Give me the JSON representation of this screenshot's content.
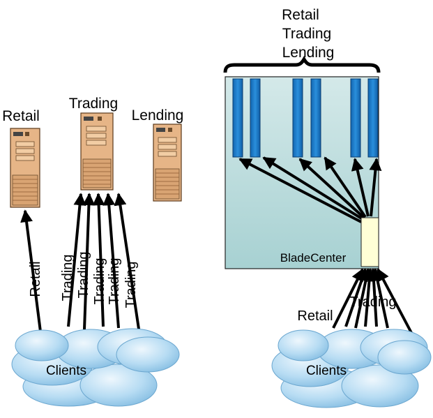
{
  "left": {
    "servers": [
      {
        "label": "Retail"
      },
      {
        "label": "Trading"
      },
      {
        "label": "Lending"
      }
    ],
    "arrow_labels": [
      "Retail",
      "Trading",
      "Trading",
      "Trading",
      "Trading",
      "Trading"
    ],
    "cloud_label": "Clients"
  },
  "right": {
    "top_labels": [
      "Retail",
      "Trading",
      "Lending"
    ],
    "enclosure_label": "BladeCenter",
    "arrow_labels": {
      "retail": "Retail",
      "trading": "Trading"
    },
    "cloud_label": "Clients"
  },
  "colors": {
    "server_body": "#e8b888",
    "blade": "#1a7bc8",
    "enclosure_top": "#cfe6e6",
    "enclosure_bottom": "#a9d3d3",
    "switch_module": "#ffffd8",
    "cloud": "#aed4ee"
  }
}
